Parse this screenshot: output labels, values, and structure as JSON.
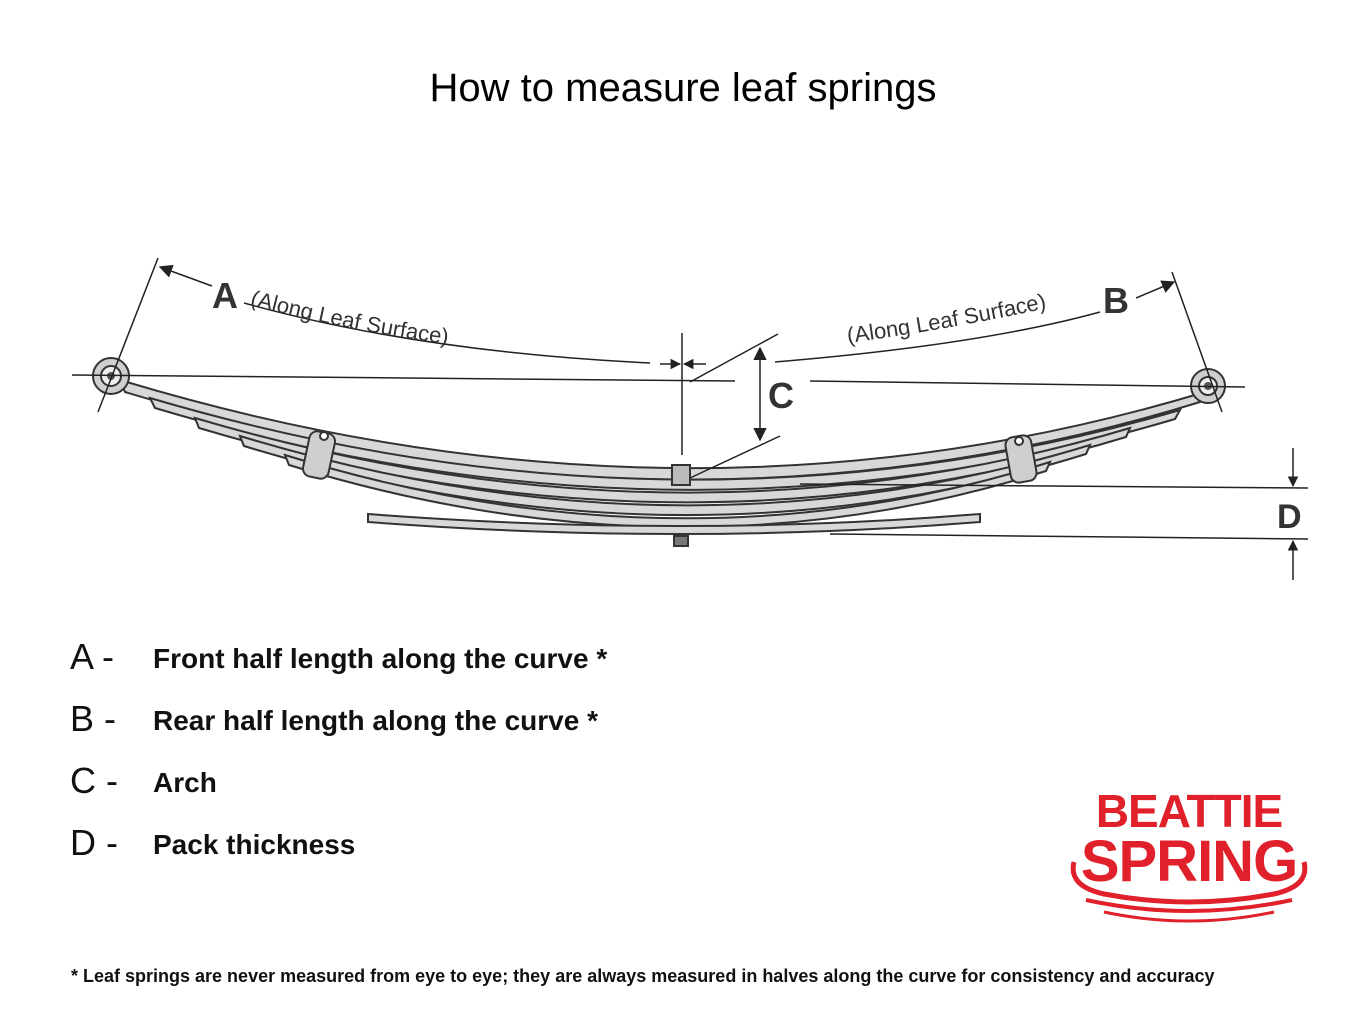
{
  "title": "How to measure leaf springs",
  "diagram": {
    "label_a": "A",
    "label_b": "B",
    "label_c": "C",
    "label_d": "D",
    "along_surface_a": "(Along Leaf Surface)",
    "along_surface_b": "(Along Leaf Surface)"
  },
  "legend": [
    {
      "letter": "A -",
      "description": "Front half length along the curve *"
    },
    {
      "letter": "B -",
      "description": "Rear half length along the curve  *"
    },
    {
      "letter": "C -",
      "description": "Arch"
    },
    {
      "letter": "D -",
      "description": "Pack thickness"
    }
  ],
  "logo": {
    "line1": "BEATTIE",
    "line2": "SPRING",
    "color": "#e0212b"
  },
  "footnote": "* Leaf springs are never measured from eye to eye; they are always measured in halves along the curve for consistency and accuracy"
}
